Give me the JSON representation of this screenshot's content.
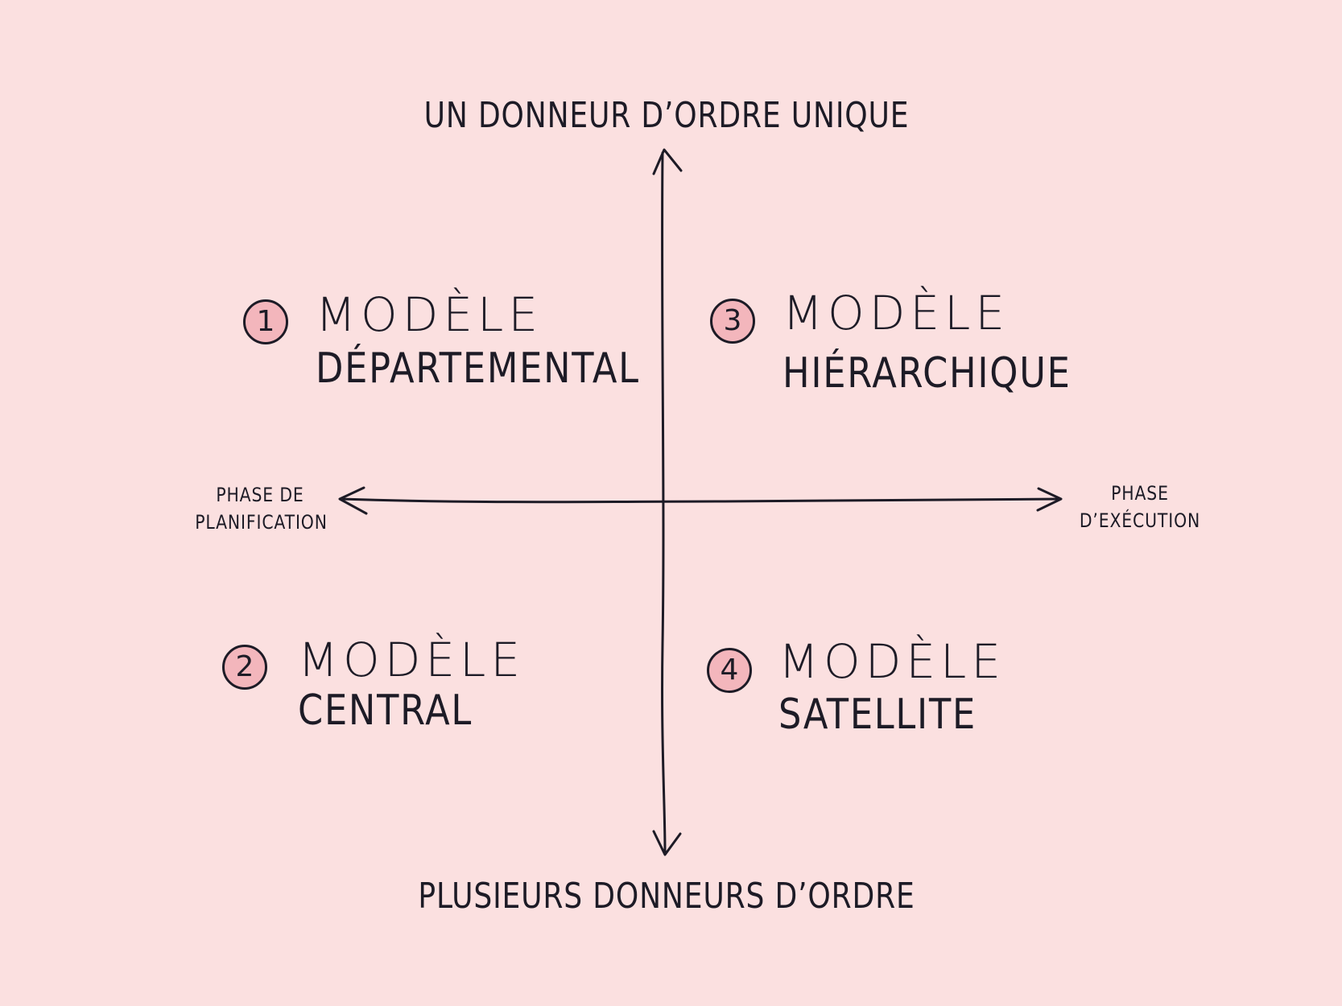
{
  "axes": {
    "top": "UN DONNEUR D’ORDRE UNIQUE",
    "bottom": "PLUSIEURS DONNEURS D’ORDRE",
    "left": [
      "PHASE DE",
      "PLANIFICATION"
    ],
    "right": [
      "PHASE",
      "D’EXÉCUTION"
    ]
  },
  "quadrants": [
    {
      "number": "1",
      "line1": "MODÈLE",
      "line2": "DÉPARTEMENTAL"
    },
    {
      "number": "2",
      "line1": "MODÈLE",
      "line2": "CENTRAL"
    },
    {
      "number": "3",
      "line1": "MODÈLE",
      "line2": "HIÉRARCHIQUE"
    },
    {
      "number": "4",
      "line1": "MODÈLE",
      "line2": "SATELLITE"
    }
  ],
  "colors": {
    "background": "#fbe0e0",
    "ink": "#1d1b26",
    "badge": "#f3b6bc"
  }
}
